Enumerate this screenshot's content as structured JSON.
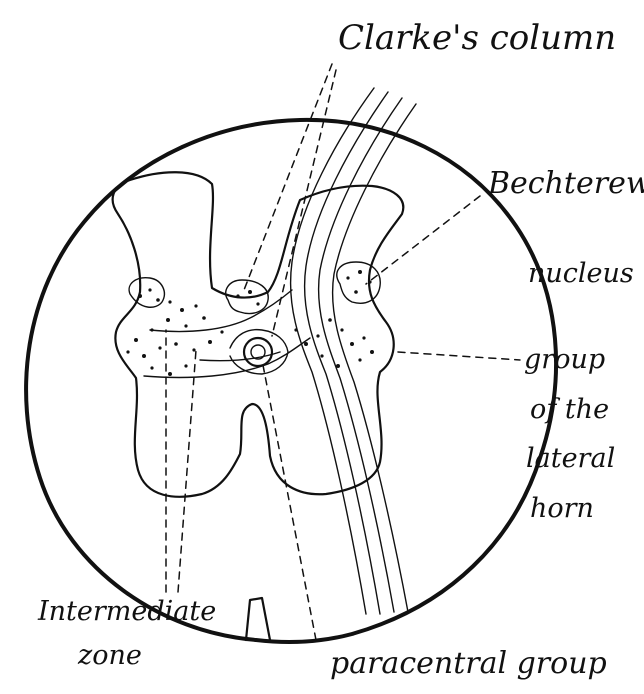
{
  "labels": {
    "clarkes_column": "Clarke's column",
    "bechterews": "Bechterew's",
    "nucleus": "nucleus",
    "lateral_group": [
      "group",
      "of the",
      "lateral",
      "horn"
    ],
    "intermediate": [
      "Intermediate",
      "zone"
    ],
    "paracentral_group": "paracentral group"
  }
}
